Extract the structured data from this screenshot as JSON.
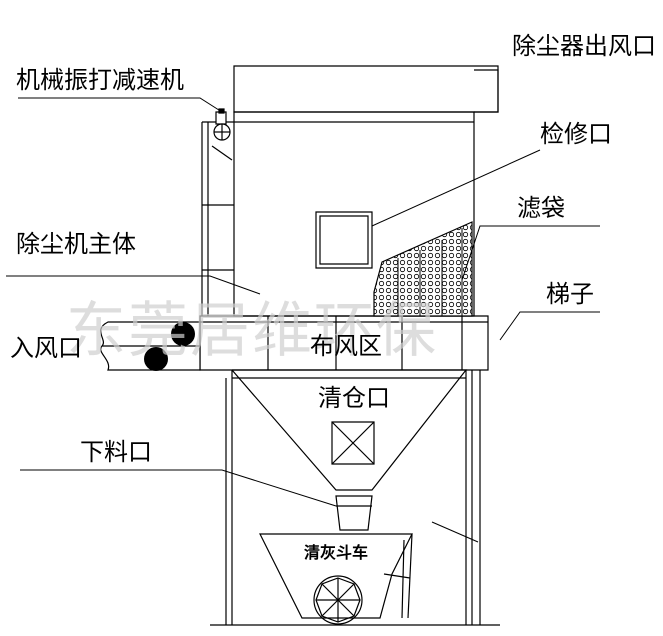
{
  "labels": {
    "outlet": "除尘器出风口",
    "vibrator": "机械振打减速机",
    "inspection": "检修口",
    "filter_bag": "滤袋",
    "main_body": "除尘机主体",
    "ladder": "梯子",
    "inlet": "入风口",
    "distribution": "布风区",
    "cleanout": "清仓口",
    "discharge": "下料口",
    "ash_cart": "清灰斗车"
  },
  "watermark": "东莞居维环保"
}
